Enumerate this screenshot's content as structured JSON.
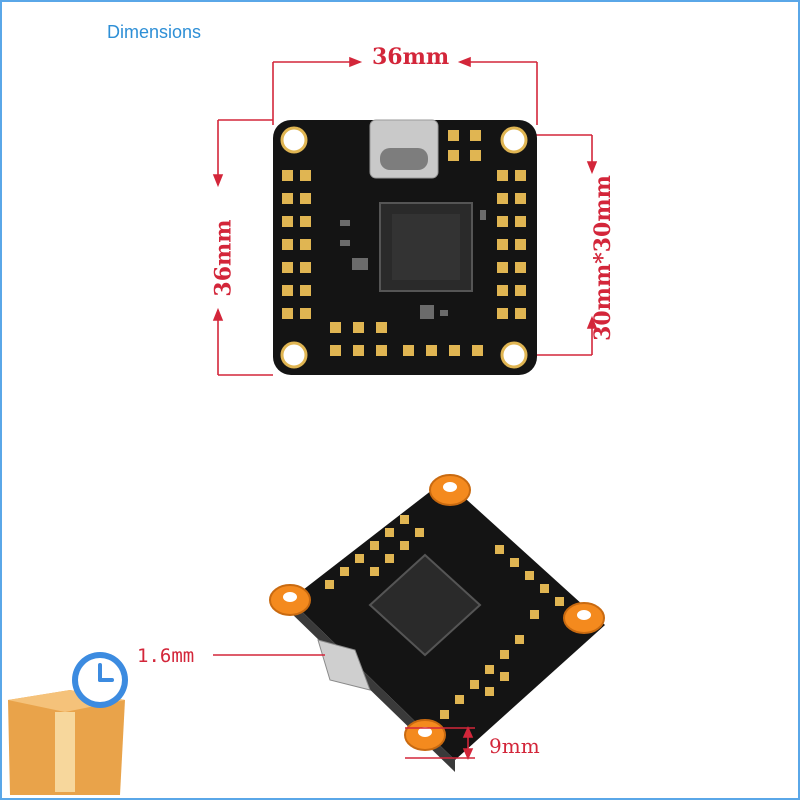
{
  "page": {
    "title": "Dimensions"
  },
  "dimensions": {
    "top_width": "36mm",
    "left_height": "36mm",
    "mount_spacing": "30mm*30mm",
    "usb_thickness": "1.6mm",
    "standoff_height": "9mm"
  },
  "colors": {
    "dimension_red": "#d3263a",
    "frame_blue": "#5aa7e8",
    "title_blue": "#2e8fd6",
    "pcb_black": "#141414",
    "pad_gold": "#e0b552",
    "standoff_orange": "#f48a1e"
  },
  "icons": [
    "clock-icon",
    "package-box-icon"
  ]
}
